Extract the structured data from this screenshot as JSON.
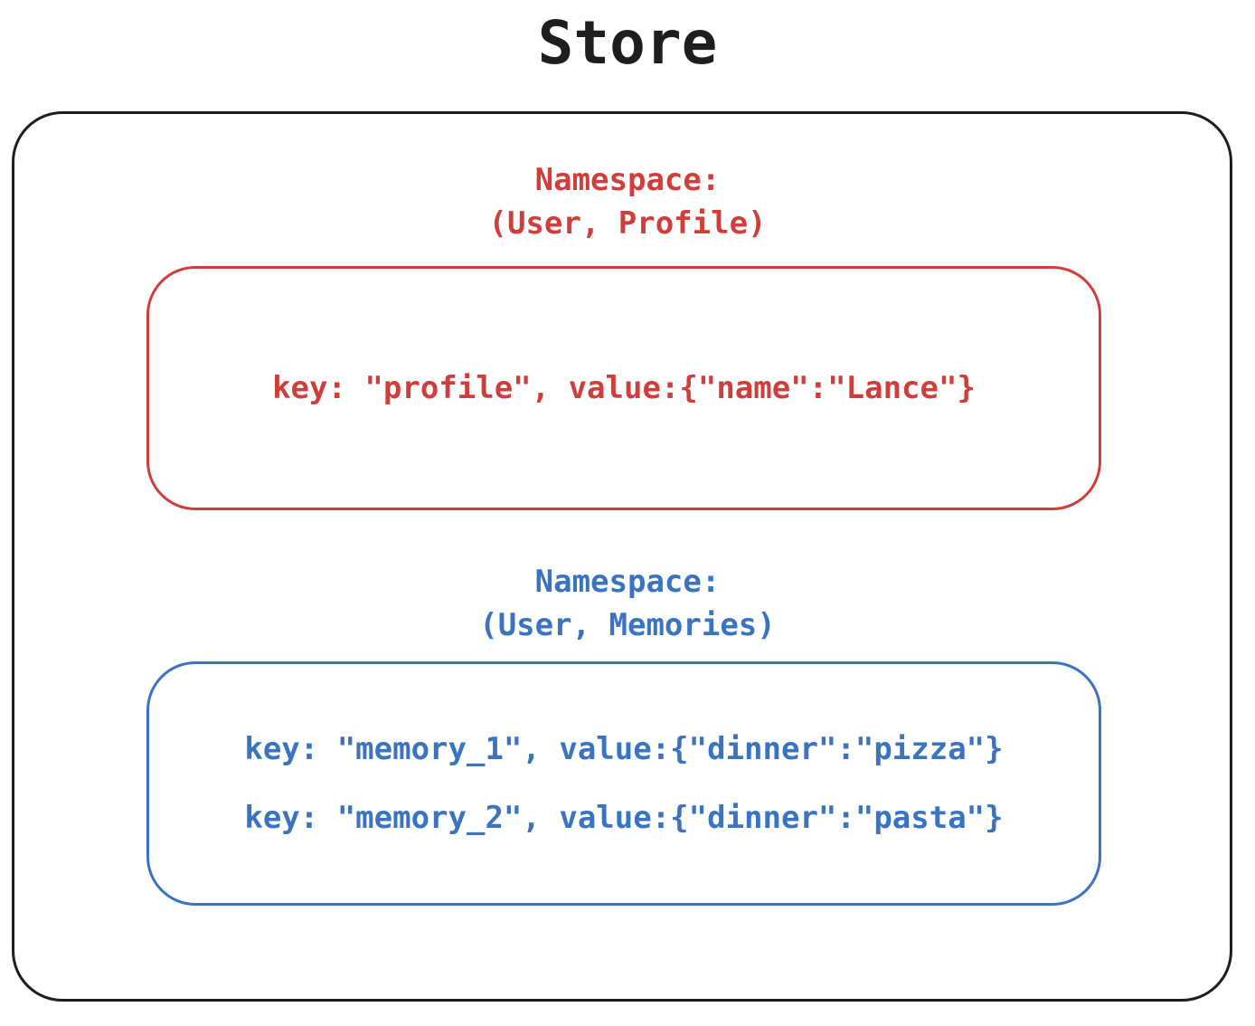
{
  "store": {
    "title": "Store"
  },
  "namespaces": [
    {
      "label_line1": "Namespace:",
      "label_line2": "(User, Profile)",
      "color": "#d03e3c",
      "entries": [
        "key: \"profile\", value:{\"name\":\"Lance\"}"
      ]
    },
    {
      "label_line1": "Namespace:",
      "label_line2": "(User, Memories)",
      "color": "#3a74c0",
      "entries": [
        "key: \"memory_1\", value:{\"dinner\":\"pizza\"}",
        "key: \"memory_2\", value:{\"dinner\":\"pasta\"}"
      ]
    }
  ]
}
